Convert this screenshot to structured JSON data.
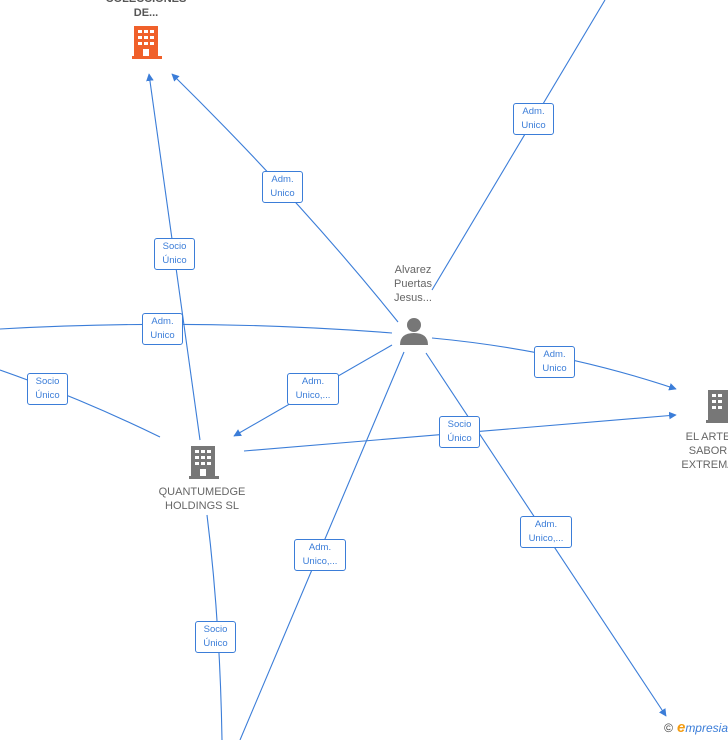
{
  "colors": {
    "edge": "#3b7dd8",
    "highlight_company": "#f0602a",
    "company": "#777777",
    "person": "#777777"
  },
  "nodes": {
    "top_company": {
      "label": "COLECCIONES\nDE...",
      "icon": "building-icon"
    },
    "person": {
      "label": "Alvarez\nPuertas\nJesus...",
      "icon": "person-icon"
    },
    "quantumedge": {
      "label": "QUANTUMEDGE\nHOLDINGS  SL",
      "icon": "building-icon"
    },
    "el_arte": {
      "label": "EL ARTE\nSABOR\nEXTREMA",
      "icon": "building-icon"
    }
  },
  "edge_labels": {
    "e1": "Adm.\nUnico",
    "e2": "Adm.\nUnico",
    "e3": "Socio\nÚnico",
    "e4": "Adm.\nUnico",
    "e5": "Socio\nÚnico",
    "e6": "Adm.\nUnico,...",
    "e7": "Adm.\nUnico",
    "e8": "Socio\nÚnico",
    "e9": "Adm.\nUnico,...",
    "e10": "Adm.\nUnico,...",
    "e11": "Socio\nÚnico"
  },
  "brand": {
    "copyright": "©",
    "e": "e",
    "name": "mpresia"
  }
}
